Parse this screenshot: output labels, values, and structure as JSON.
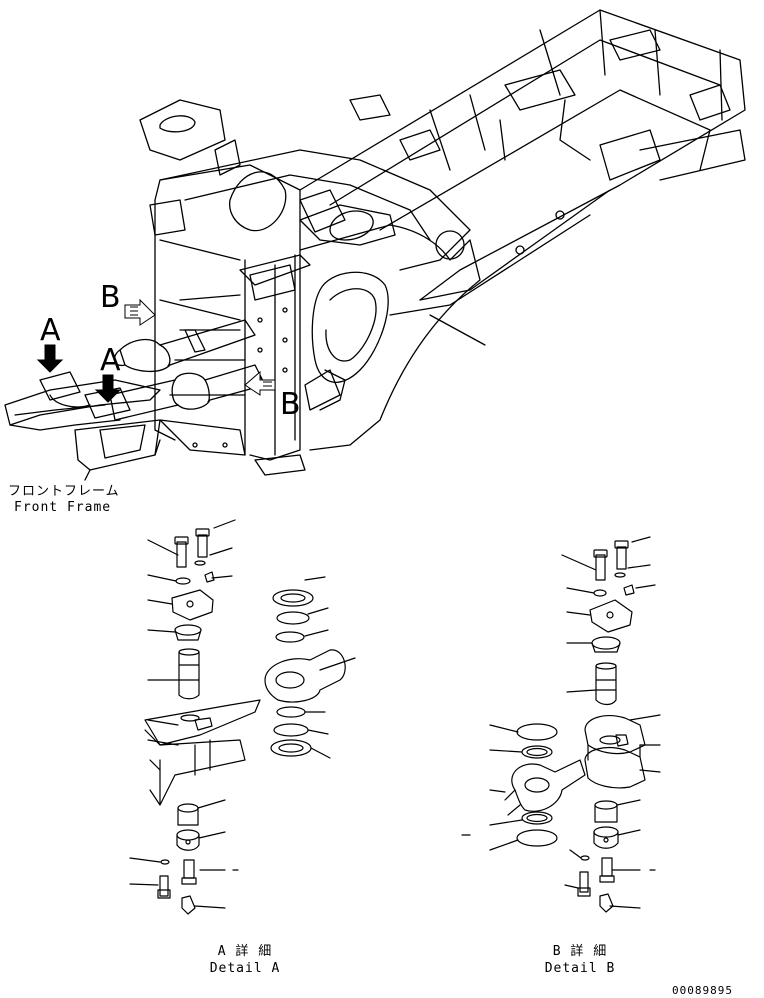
{
  "main_view": {
    "callout_a1": "A",
    "callout_a2": "A",
    "callout_b1": "B",
    "callout_b2": "B",
    "front_frame_jp": "フロントフレーム",
    "front_frame_en": "Front Frame"
  },
  "detail_a": {
    "title_jp": "A 詳 細",
    "title_en": "Detail A"
  },
  "detail_b": {
    "title_jp": "B 詳 細",
    "title_en": "Detail B"
  },
  "footer": {
    "drawing_number": "00089895"
  }
}
